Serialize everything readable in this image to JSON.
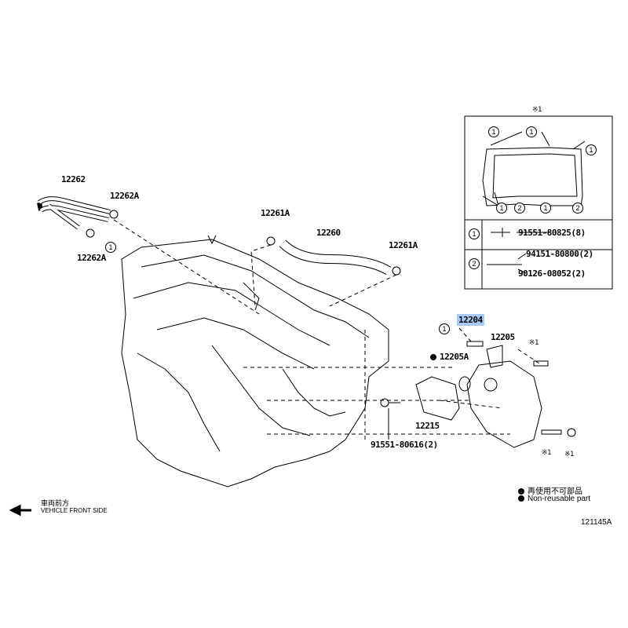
{
  "parts": {
    "p12262": "12262",
    "p12262A_top": "12262A",
    "p12262A_bottom": "12262A",
    "p12261A_left": "12261A",
    "p12260": "12260",
    "p12261A_right": "12261A",
    "p12204": "12204",
    "p12205": "12205",
    "p12205A": "12205A",
    "p12215": "12215",
    "p91551_80616": "91551-80616(2)",
    "ref1_a": "※1",
    "ref1_b": "※1",
    "ref1_c": "※1"
  },
  "inset": {
    "title": "※1",
    "callout_1": "1",
    "callout_2": "2",
    "row1_part": "91551-80825(8)",
    "row2_part_a": "94151-80800(2)",
    "row2_part_b": "90126-08052(2)"
  },
  "callouts": {
    "c1": "1"
  },
  "legend": {
    "jp": "再使用不可部品",
    "en": "Non-reusable part"
  },
  "direction": {
    "jp": "車両前方",
    "en": "VEHICLE FRONT SIDE"
  },
  "diagram_id": "121145A",
  "colors": {
    "highlight": "#a9c9f5"
  }
}
